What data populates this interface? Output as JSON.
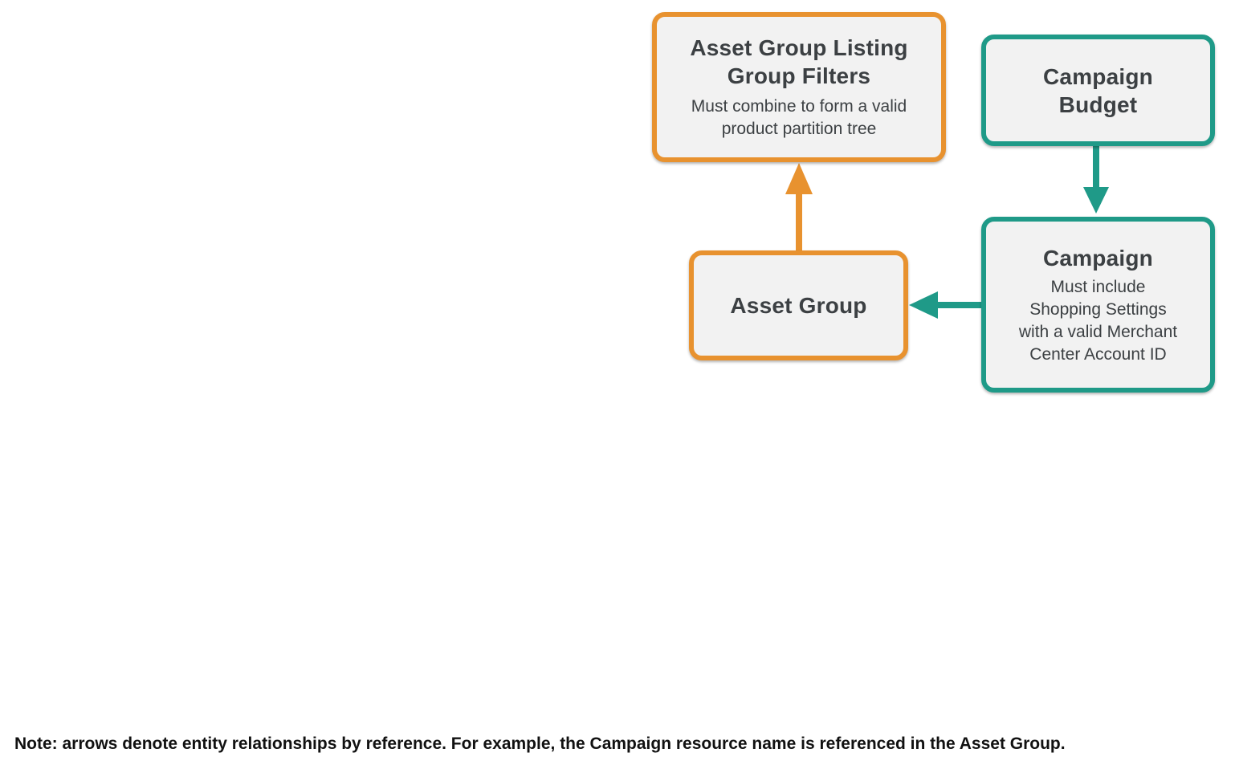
{
  "theme": {
    "orange": "#E8922F",
    "teal": "#1F9A88",
    "box_background": "#F2F2F2",
    "box_text": "#3C4043",
    "note_color": "#111111",
    "page_background": "#FFFFFF"
  },
  "nodes": {
    "listing_filters": {
      "title_lines": [
        "Asset Group Listing",
        "Group Filters"
      ],
      "subtitle_lines": [
        "Must combine to form a valid",
        "product partition tree"
      ],
      "accent": "orange"
    },
    "campaign_budget": {
      "title_lines": [
        "Campaign",
        "Budget"
      ],
      "accent": "teal"
    },
    "asset_group": {
      "title": "Asset Group",
      "accent": "orange"
    },
    "campaign": {
      "title": "Campaign",
      "subtitle_lines": [
        "Must include",
        "Shopping Settings",
        "with a valid Merchant",
        "Center Account ID"
      ],
      "accent": "teal"
    }
  },
  "edges": [
    {
      "name": "asset-group-to-listing-filters",
      "from": "Asset Group",
      "to": "Asset Group Listing Group Filters",
      "color": "orange",
      "direction": "up"
    },
    {
      "name": "campaign-budget-to-campaign",
      "from": "Campaign Budget",
      "to": "Campaign",
      "color": "teal",
      "direction": "down"
    },
    {
      "name": "campaign-to-asset-group",
      "from": "Campaign",
      "to": "Asset Group",
      "color": "teal",
      "direction": "left"
    }
  ],
  "note": "Note: arrows denote entity relationships by reference. For example, the Campaign resource name is referenced in the Asset Group."
}
